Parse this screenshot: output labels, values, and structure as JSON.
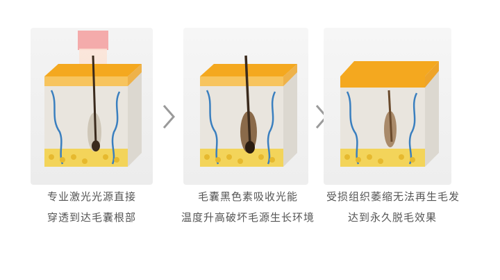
{
  "steps": [
    {
      "line1": "专业激光光源直接",
      "line2": "穿透到达毛囊根部",
      "icon": "laser-penetrating-skin-illustration"
    },
    {
      "line1": "毛囊黑色素吸收光能",
      "line2": "温度升高破坏毛源生长环境",
      "icon": "follicle-absorbing-heat-illustration"
    },
    {
      "line1": "受损组织萎缩无法再生毛发",
      "line2": "达到永久脱毛效果",
      "icon": "damaged-follicle-illustration"
    }
  ],
  "arrow_icon": "chevron-right-icon",
  "colors": {
    "skin_top": "#f4a81f",
    "skin_layer": "#f7c45e",
    "tissue": "#e8e4dc",
    "fat": "#f3d45a",
    "hair": "#3a2a1c",
    "vessel": "#3a7fbf",
    "laser": "#f7b6b6",
    "arrow": "#9a9a9a",
    "caption": "#555555"
  }
}
